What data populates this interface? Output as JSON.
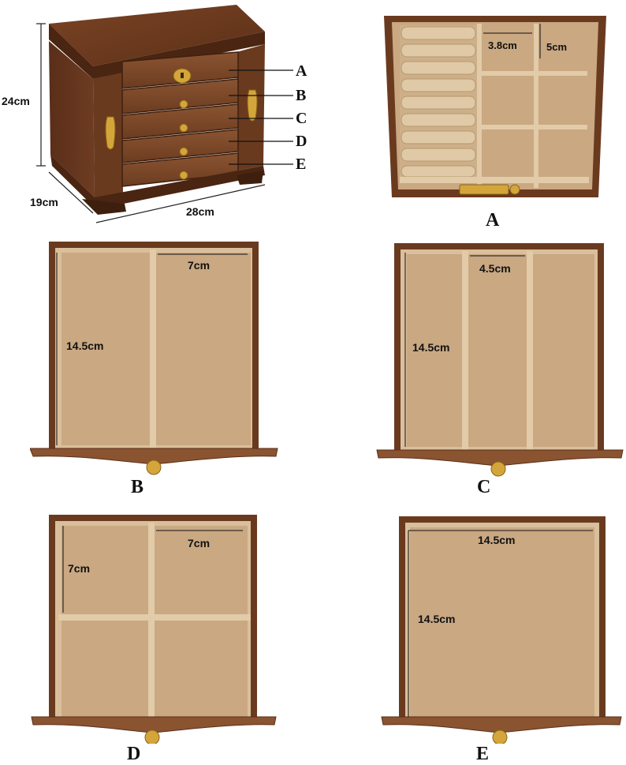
{
  "overview": {
    "height": "24cm",
    "depth": "19cm",
    "width": "28cm",
    "drawer_letters": [
      "A",
      "B",
      "C",
      "D",
      "E"
    ]
  },
  "drawer_a": {
    "caption": "A",
    "label_a": "3.8cm",
    "label_b": "5cm"
  },
  "drawer_b": {
    "caption": "B",
    "width": "7cm",
    "depth": "14.5cm"
  },
  "drawer_c": {
    "caption": "C",
    "width": "4.5cm",
    "depth": "14.5cm"
  },
  "drawer_d": {
    "caption": "D",
    "width": "7cm",
    "depth": "7cm"
  },
  "drawer_e": {
    "caption": "E",
    "width": "14.5cm",
    "depth": "14.5cm"
  },
  "colors": {
    "wood_dark": "#5a2e19",
    "wood_mid": "#8a5431",
    "felt": "#c9a882",
    "felt_light": "#d9bf9c",
    "brass": "#d4a53a"
  }
}
